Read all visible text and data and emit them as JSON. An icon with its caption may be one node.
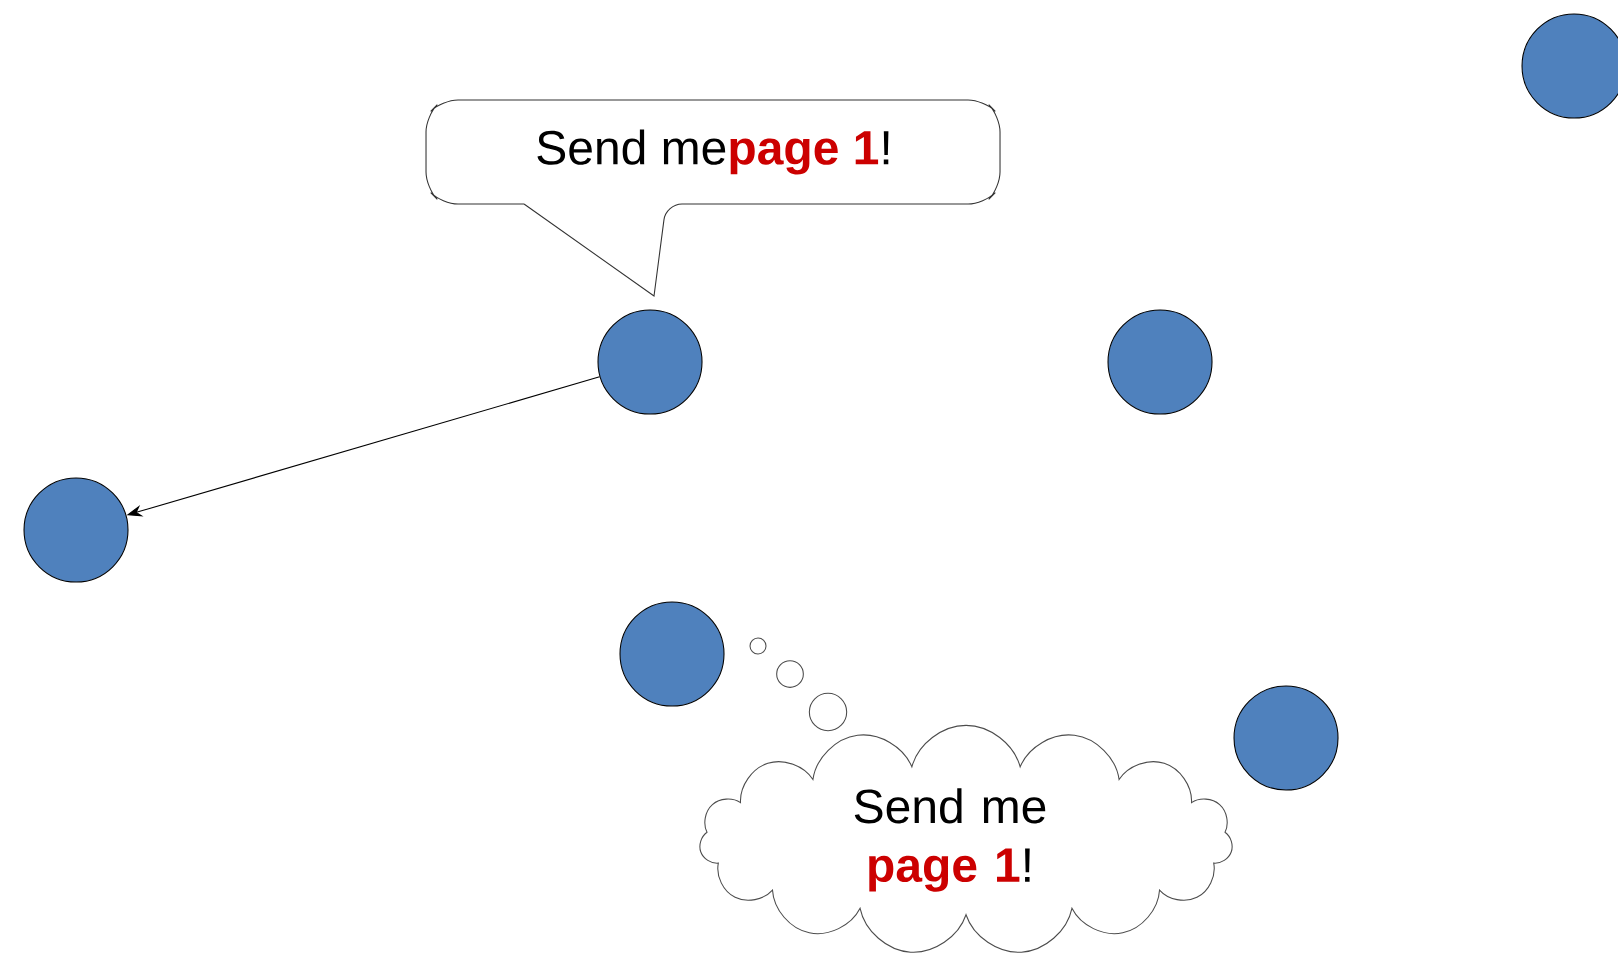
{
  "diagram": {
    "nodes": [
      {
        "text": [],
        "shape": "circle"
      },
      {
        "text": [
          "Send me**page 1**!"
        ]
      },
      {
        "text": [],
        "shape": "circle"
      },
      {
        "text": [],
        "shape": "circle"
      },
      {
        "text": [],
        "shape": "circle"
      },
      {
        "text": [],
        "shape": "circle"
      },
      {
        "text": [],
        "shape": "circle"
      },
      {
        "text": [
          "Send me **page 1**!"
        ]
      }
    ],
    "edges": [
      {
        "from": 2,
        "to": 4,
        "arrow": "to"
      }
    ]
  }
}
